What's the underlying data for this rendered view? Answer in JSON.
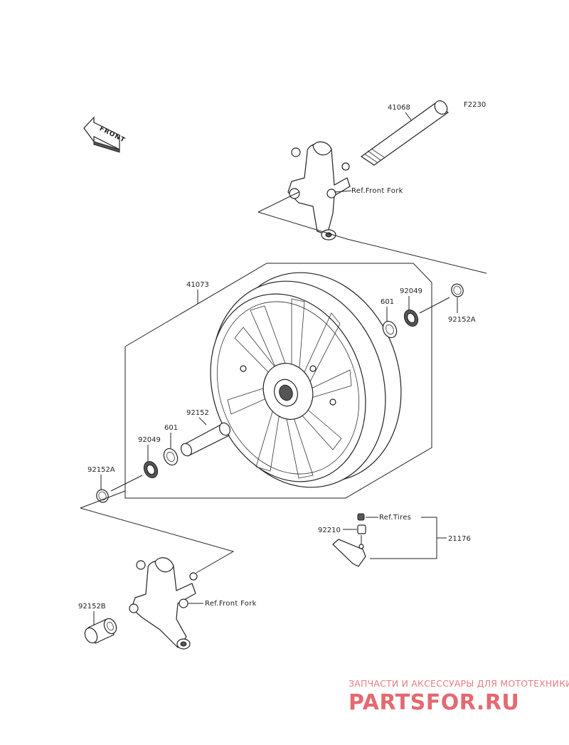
{
  "diagram_code": "F2230",
  "front_arrow_label": "FRONT",
  "parts": {
    "axle": "41068",
    "wheel": "41073",
    "bearing_right": "601",
    "seal_right": "92049",
    "collar_right": "92152A",
    "spacer": "92152",
    "seal_left": "92049",
    "bearing_left": "601",
    "collar_left": "92152A",
    "collar_lower": "92152B",
    "valve_cap": "92210",
    "valve": "21176"
  },
  "refs": {
    "front_fork_upper": "Ref.Front Fork",
    "front_fork_lower": "Ref.Front Fork",
    "tires": "Ref.Tires"
  },
  "watermark": {
    "tagline": "ЗАПЧАСТИ И АКСЕССУАРЫ ДЛЯ МОТОТЕХНИКИ",
    "brand": "PARTSFOR.RU"
  }
}
